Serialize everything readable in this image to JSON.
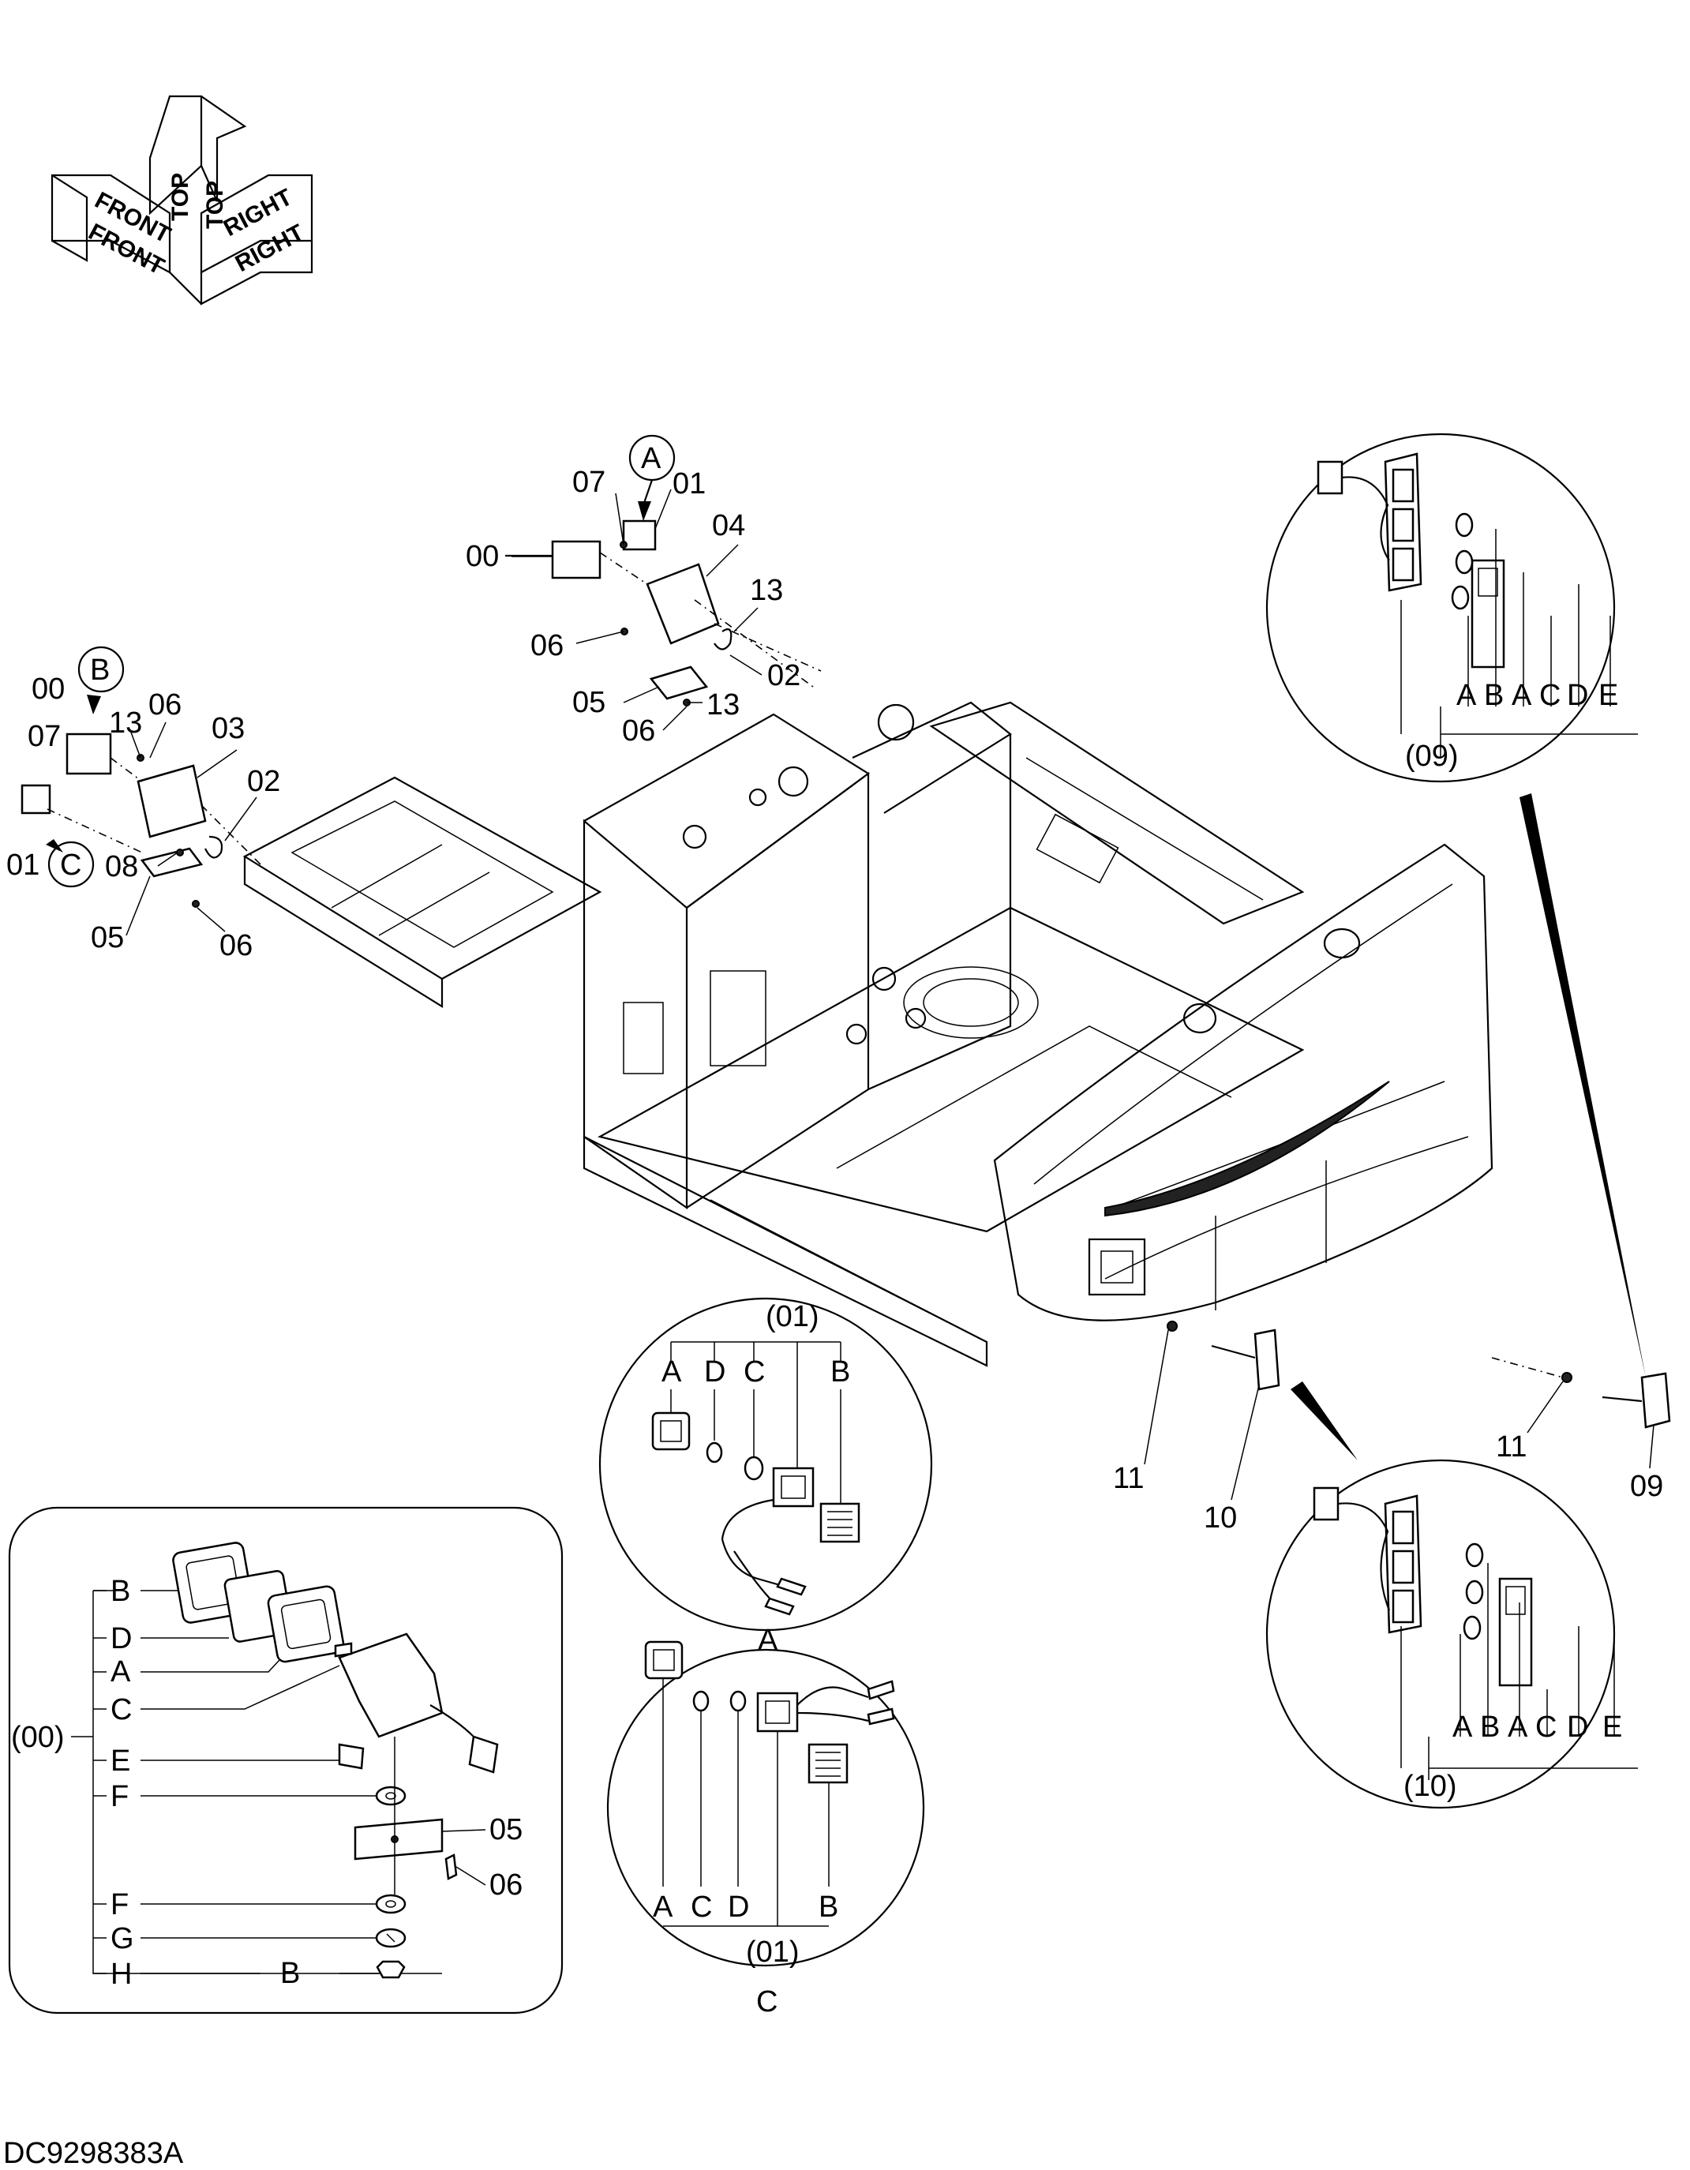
{
  "drawing": {
    "code": "DC9298383A"
  },
  "orientation": {
    "front": "FRONT",
    "top": "TOP",
    "right": "RIGHT"
  },
  "callouts": {
    "main_a": {
      "marker": "A",
      "items": [
        "00",
        "01",
        "04",
        "05",
        "06",
        "07",
        "13",
        "02",
        "06",
        "13"
      ]
    },
    "main_b": {
      "marker": "B",
      "items": [
        "00",
        "07",
        "13",
        "06",
        "03",
        "02",
        "08",
        "05",
        "06",
        "01"
      ]
    },
    "main_c": {
      "marker": "C"
    },
    "rear": {
      "items": [
        "09",
        "10",
        "11",
        "11"
      ]
    }
  },
  "detail_09": {
    "caption": "(09)",
    "letters": [
      "A",
      "B",
      "A",
      "C",
      "D",
      "E"
    ]
  },
  "detail_10": {
    "caption": "(10)",
    "letters": [
      "A",
      "B",
      "A",
      "C",
      "D",
      "E"
    ]
  },
  "detail_a": {
    "header": "(01)",
    "letters": [
      "A",
      "D",
      "C",
      "B"
    ],
    "caption": "A"
  },
  "detail_c": {
    "header": "(01)",
    "letters": [
      "A",
      "C",
      "D",
      "B"
    ],
    "caption": "C"
  },
  "detail_b": {
    "assembly": "(00)",
    "letters": [
      "B",
      "D",
      "A",
      "C",
      "E",
      "F",
      "F",
      "G",
      "H"
    ],
    "parts": [
      "05",
      "06"
    ],
    "caption": "B"
  }
}
